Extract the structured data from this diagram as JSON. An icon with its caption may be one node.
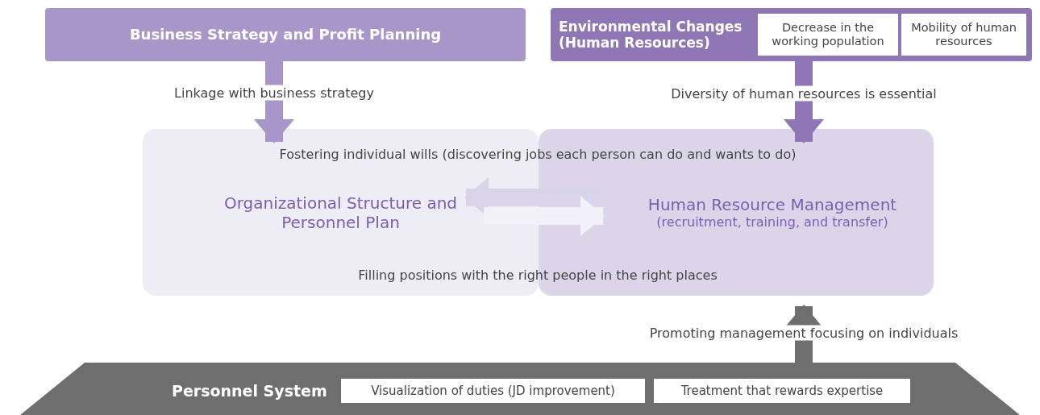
{
  "diagram": {
    "nodes": [
      {
        "text": [
          "Business Strategy and Profit Planning"
        ]
      },
      {
        "text": [
          "Environmental Changes (Human Resources)"
        ]
      },
      {
        "text": [
          "Decrease in the working population"
        ],
        "in": 1
      },
      {
        "text": [
          "Mobility of human resources"
        ],
        "in": 1
      },
      {
        "text": [
          "Organizational Structure and Personnel Plan"
        ]
      },
      {
        "text": [
          "Human Resource Management",
          "(recruitment, training, and transfer)"
        ]
      },
      {
        "text": [
          "Personnel System"
        ]
      },
      {
        "text": [
          "Visualization of duties (JD improvement)"
        ],
        "in": 6
      },
      {
        "text": [
          "Treatment that rewards expertise"
        ],
        "in": 6
      }
    ],
    "edges": [
      {
        "from": 0,
        "to": 4,
        "arrow": "to",
        "label": "Linkage with business strategy",
        "color": "#a996c8"
      },
      {
        "from": 1,
        "to": 5,
        "arrow": "to",
        "label": "Diversity of human resources is essential",
        "color": "#8f77b5"
      },
      {
        "from": 5,
        "to": 4,
        "arrow": "to",
        "color": "#d9d3e9"
      },
      {
        "from": 4,
        "to": 5,
        "arrow": "to",
        "color": "#f2f0f8"
      },
      {
        "from": 6,
        "to": 5,
        "arrow": "to",
        "label": "Promoting management focusing on individuals",
        "color": "#6e6e6e"
      }
    ],
    "labels": [
      "Fostering individual wills (discovering jobs each person can do and wants to do)",
      "Filling positions with the right people in the right places"
    ]
  }
}
